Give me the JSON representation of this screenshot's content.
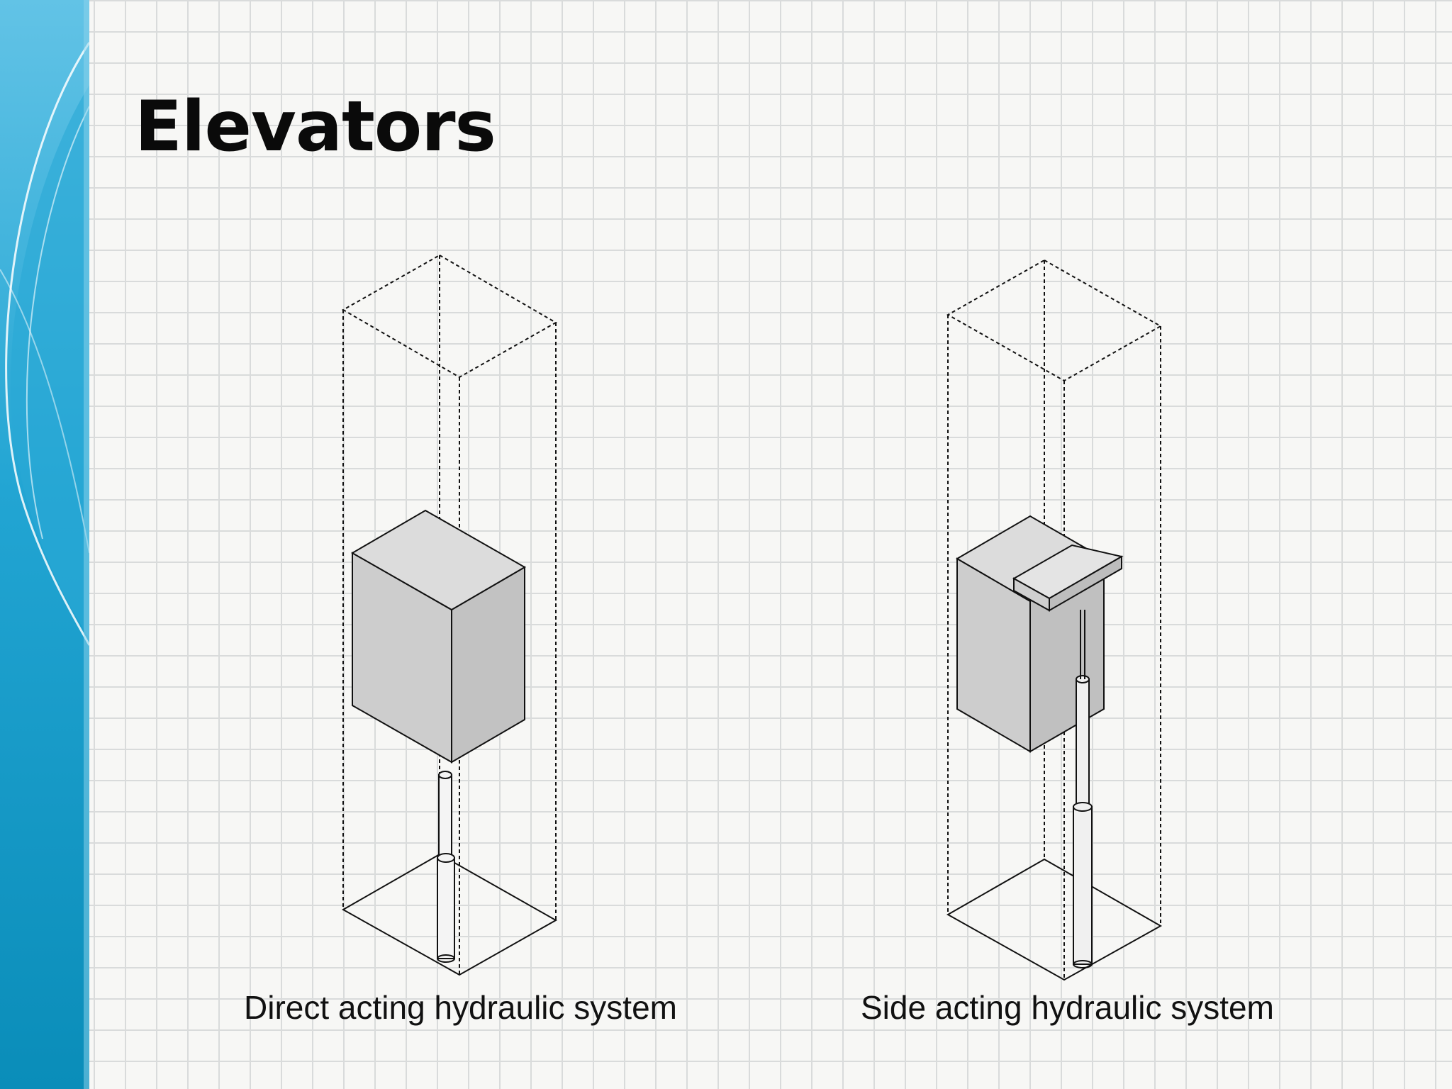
{
  "slide": {
    "title": "Elevators"
  },
  "diagrams": [
    {
      "caption": "Direct acting hydraulic system"
    },
    {
      "caption": "Side acting hydraulic system"
    }
  ],
  "colors": {
    "band_light": "#5cc0e4",
    "band_dark": "#0d8fbb",
    "car_front": "#cfcfcf",
    "car_side": "#c4c4c4",
    "car_top": "#dcdcdc"
  }
}
